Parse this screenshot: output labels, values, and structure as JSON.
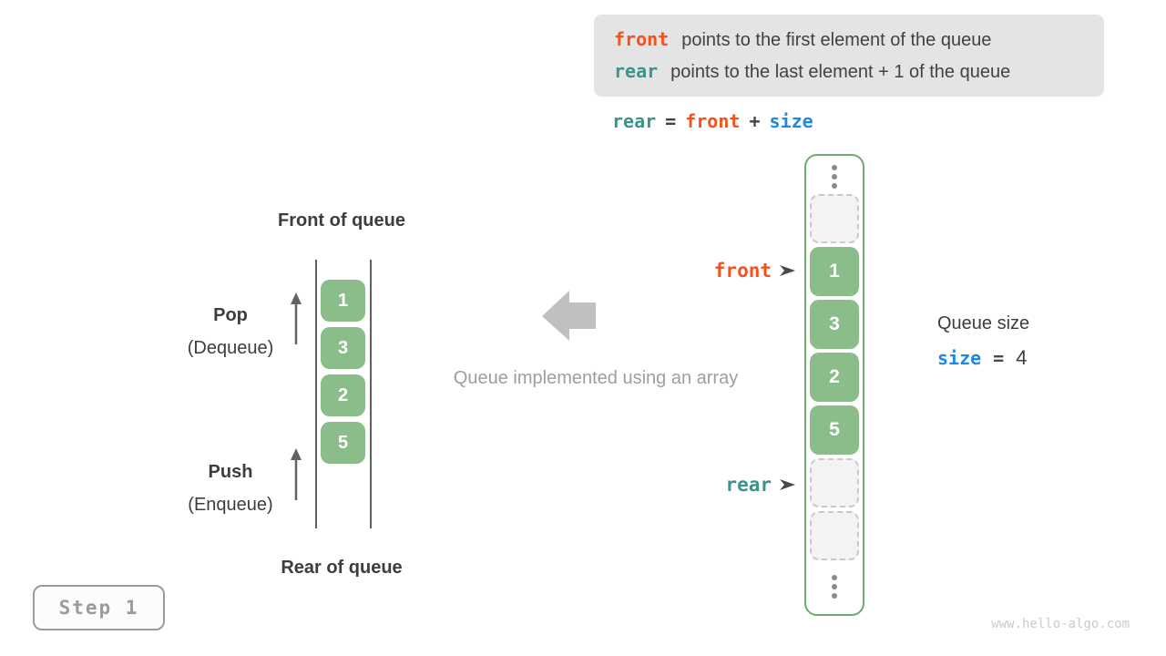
{
  "info_box": {
    "lines": [
      {
        "keyword": "front",
        "description": "points to the first element of the queue"
      },
      {
        "keyword": "rear",
        "description": "points to the last element + 1 of the queue"
      }
    ]
  },
  "formula": {
    "lhs": "rear",
    "equals": "=",
    "term1": "front",
    "plus": "+",
    "term2": "size"
  },
  "left_queue": {
    "front_label": "Front of queue",
    "rear_label": "Rear of queue",
    "pop_title": "Pop",
    "pop_subtitle": "(Dequeue)",
    "push_title": "Push",
    "push_subtitle": "(Enqueue)",
    "values": [
      "1",
      "3",
      "2",
      "5"
    ]
  },
  "center_caption": "Queue implemented using an array",
  "array": {
    "front_pointer": "front",
    "rear_pointer": "rear",
    "cells": [
      {
        "type": "empty",
        "value": ""
      },
      {
        "type": "filled",
        "value": "1"
      },
      {
        "type": "filled",
        "value": "3"
      },
      {
        "type": "filled",
        "value": "2"
      },
      {
        "type": "filled",
        "value": "5"
      },
      {
        "type": "empty",
        "value": ""
      },
      {
        "type": "empty",
        "value": ""
      }
    ]
  },
  "queue_size": {
    "label": "Queue size",
    "variable": "size",
    "equals": "=",
    "value": "4"
  },
  "step_label": "Step 1",
  "watermark": "www.hello-algo.com",
  "colors": {
    "front_orange": "#f4511e",
    "rear_teal": "#3a9488",
    "size_blue": "#1e88e5",
    "cell_green": "#8abd89",
    "array_border_green": "#6fab6d",
    "info_box_bg": "#e4e4e4",
    "muted_gray": "#9e9e9e"
  }
}
